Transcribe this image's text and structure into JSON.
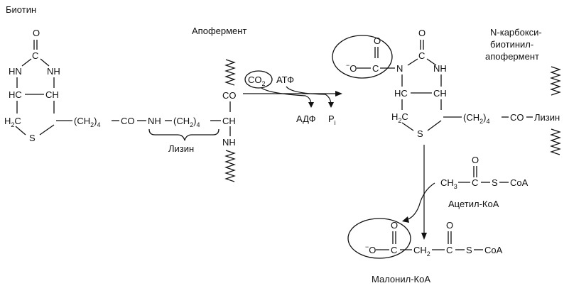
{
  "labels": {
    "biotin": "Биотин",
    "apoenzyme": "Апофермент",
    "n_carboxy_1": "N-карбокси-",
    "n_carboxy_2": "биотинил-",
    "n_carboxy_3": "апофермент",
    "lysine_brace": "Лизин",
    "acetyl_coa": "Ацетил-КоА",
    "malonyl_coa": "Малонил-КоА"
  },
  "reaction": {
    "co2": "CO",
    "co2_sub": "2",
    "atp": "АТФ",
    "adp": "АДФ",
    "pi": "P",
    "pi_sub": "i"
  },
  "biotin_ring": {
    "carbonyl_o": "O",
    "carbonyl_c": "C",
    "nh": "HN",
    "nh_right": "NH",
    "ch_left": "HC",
    "ch_right": "CH",
    "h2c": "H",
    "h2c_sub": "2",
    "h2c_c": "C",
    "s": "S"
  },
  "side_chain": {
    "ch2": "(CH",
    "ch2_sub2": "2",
    "ch2_close": ")",
    "ch2_sub4": "4",
    "co": "CO",
    "nh": "NH",
    "co_lysine": "CO",
    "lysine": "Лизин"
  },
  "lysine_unit": {
    "co": "CO",
    "ch": "CH",
    "nh": "NH"
  },
  "carboxyl": {
    "minus": "−",
    "o1": "O",
    "c": "C",
    "o2": "O"
  },
  "acetyl": {
    "ch3": "CH",
    "ch3_sub": "3",
    "c": "C",
    "o": "O",
    "s": "S",
    "coa": "CoA"
  },
  "malonyl": {
    "minus": "−",
    "o": "O",
    "c": "C",
    "o_top": "O",
    "ch2": "CH",
    "ch2_sub": "2",
    "c2": "C",
    "o2_top": "O",
    "s": "S",
    "coa": "CoA"
  }
}
